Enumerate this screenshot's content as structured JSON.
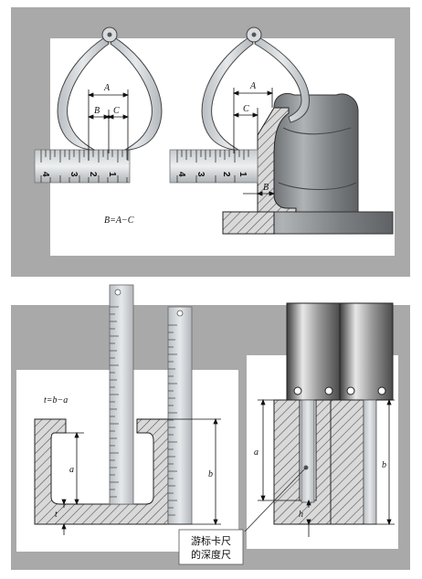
{
  "top_panel": {
    "left": {
      "dim_a": "A",
      "dim_b": "B",
      "dim_c": "C",
      "ruler_numbers": [
        "4",
        "3",
        "2",
        "1"
      ]
    },
    "right": {
      "dim_a": "A",
      "dim_c": "C",
      "dim_b": "B",
      "ruler_numbers": [
        "4",
        "3",
        "2",
        "1"
      ]
    },
    "formula": "B=A−C"
  },
  "bottom_panel": {
    "left": {
      "formula": "t=b−a",
      "dim_a": "a",
      "dim_b": "b",
      "dim_t": "t"
    },
    "right": {
      "dim_a": "a",
      "dim_b": "b",
      "dim_h": "h",
      "callout_line1": "游标卡尺",
      "callout_line2": "的深度尺"
    }
  },
  "colors": {
    "panel_gray": "#a9a9a9",
    "ruler_metal": "#cfd3d6",
    "hatch": "#555555",
    "casting": "#8a8d8f"
  }
}
